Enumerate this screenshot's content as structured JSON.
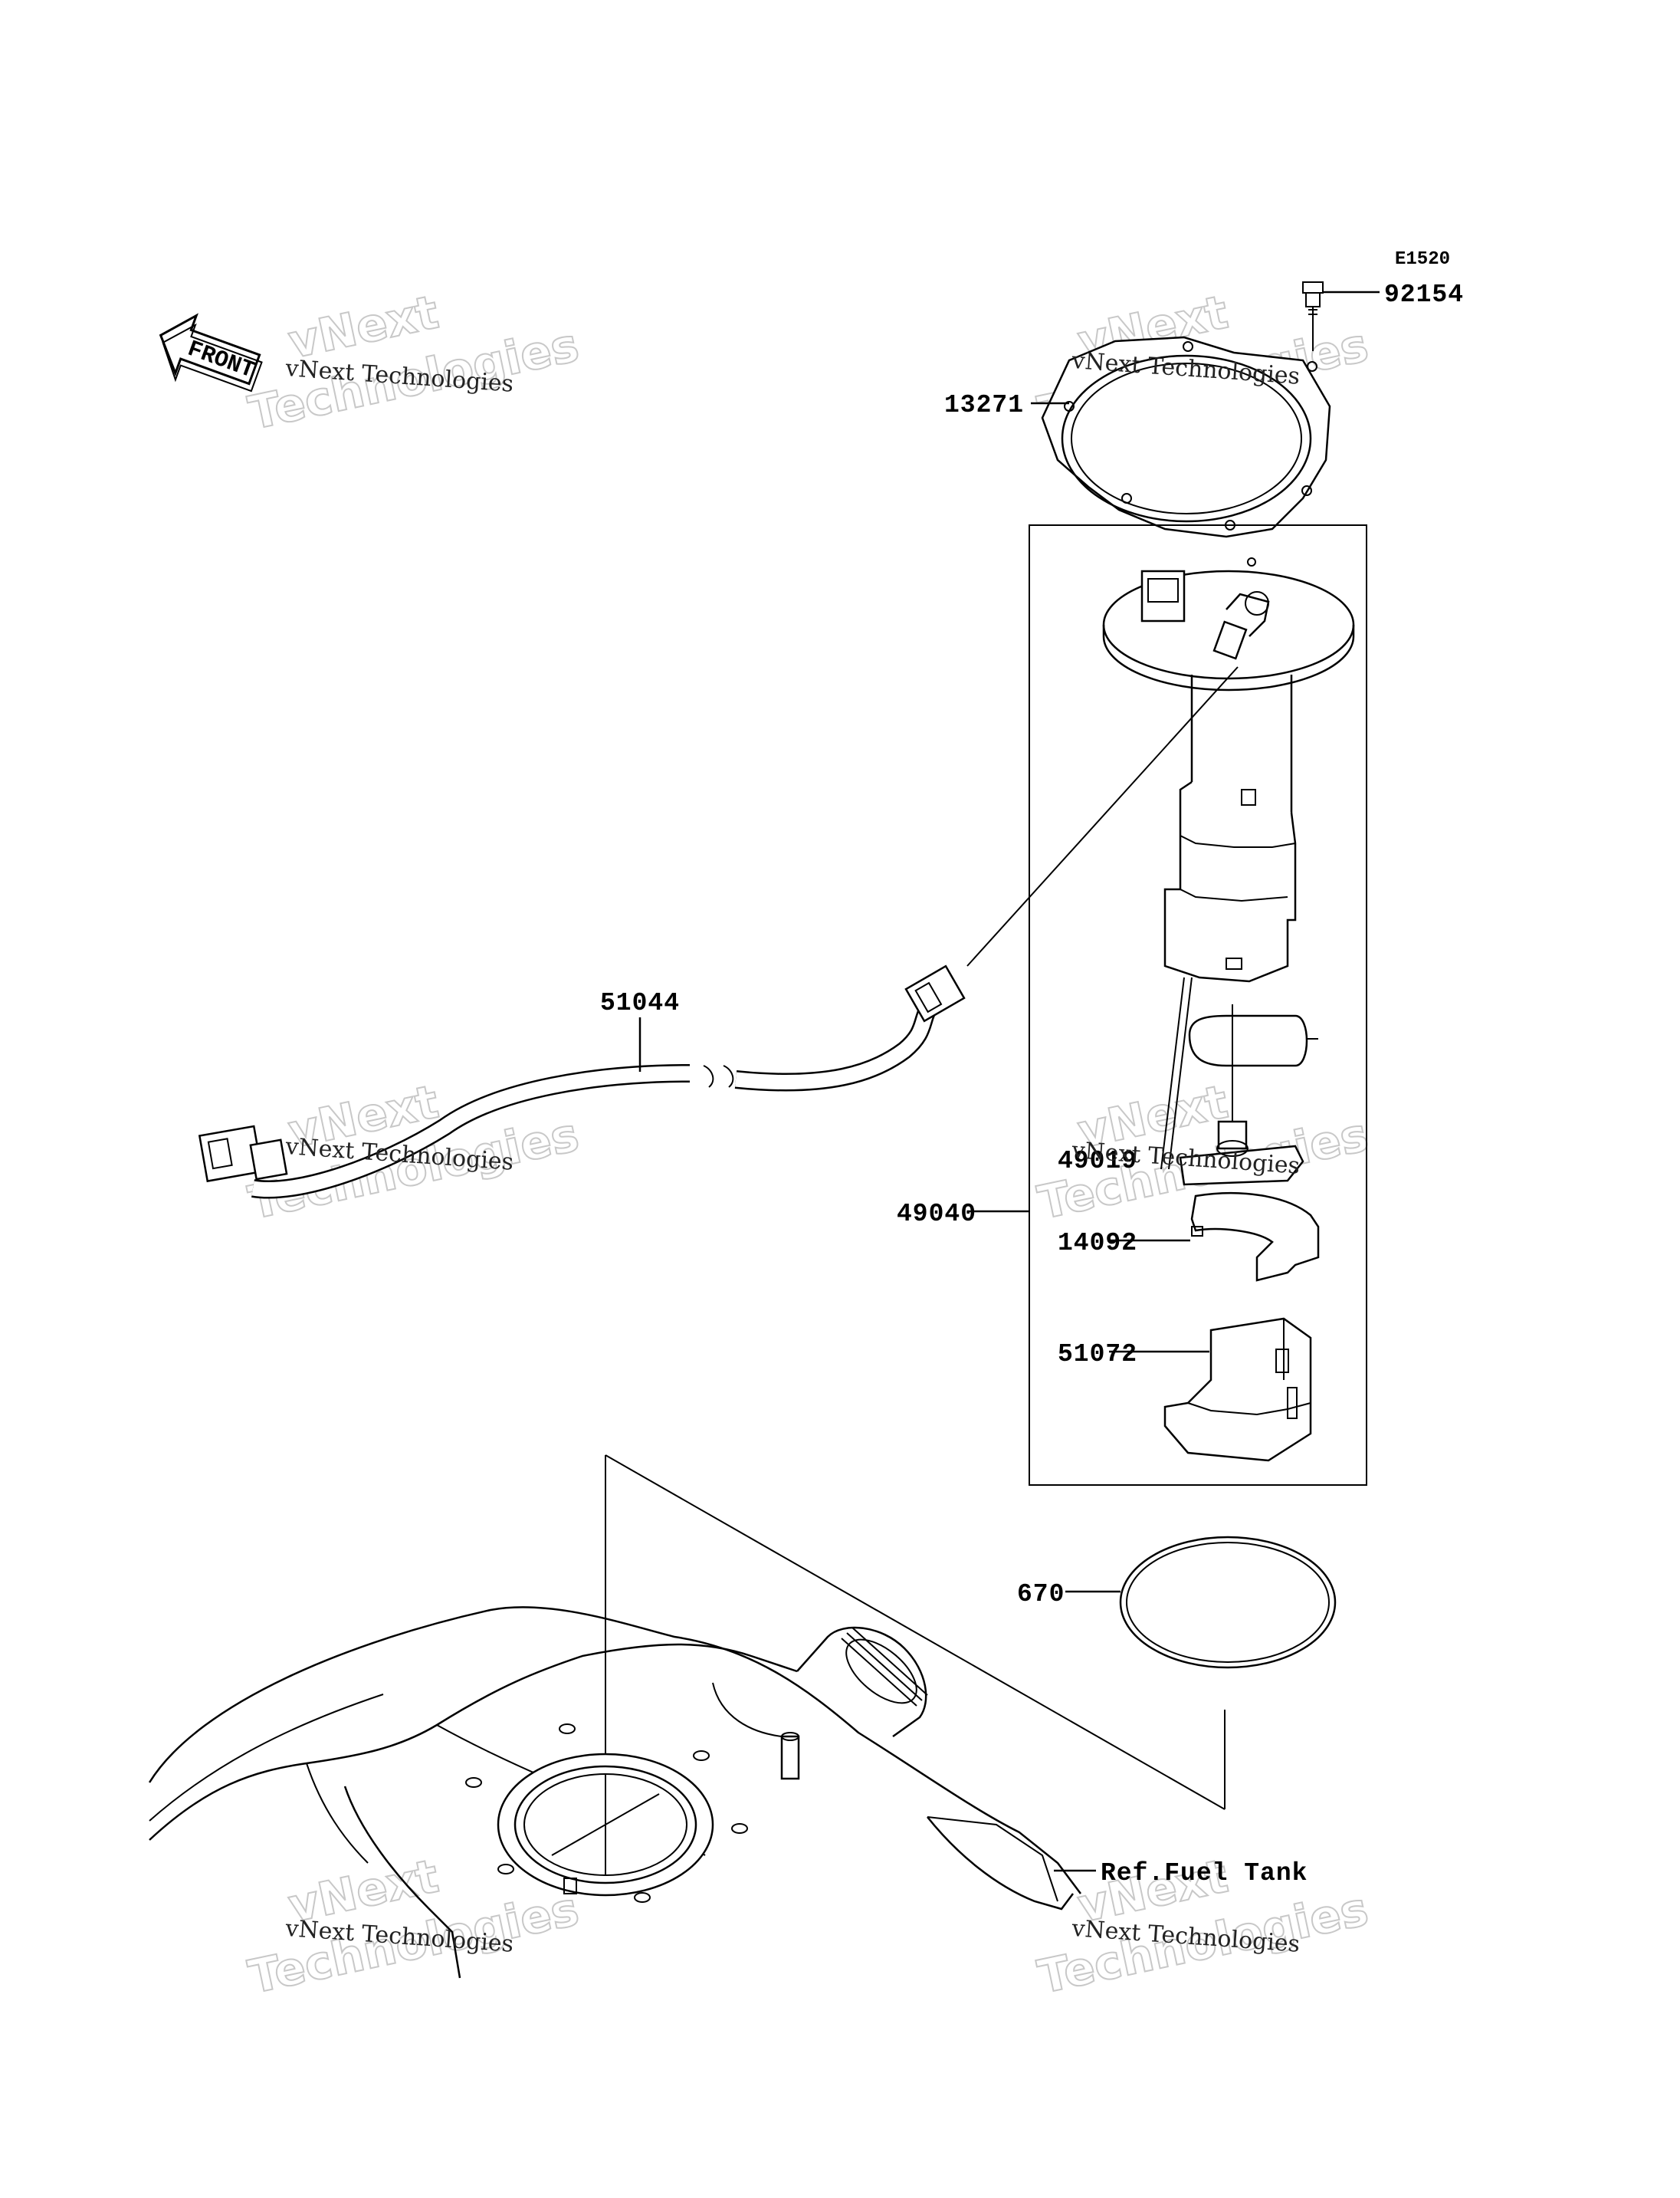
{
  "diagram_code": "E1520",
  "front_label": "FRONT",
  "parts": {
    "p92154": "92154",
    "p13271": "13271",
    "p51044": "51044",
    "p49019": "49019",
    "p49040": "49040",
    "p14092": "14092",
    "p51072": "51072",
    "p670": "670"
  },
  "reference_label": "Ref.Fuel Tank",
  "watermark": {
    "small": "vNext Technologies",
    "big_line1": "vNext",
    "big_line2": "Technologies"
  }
}
